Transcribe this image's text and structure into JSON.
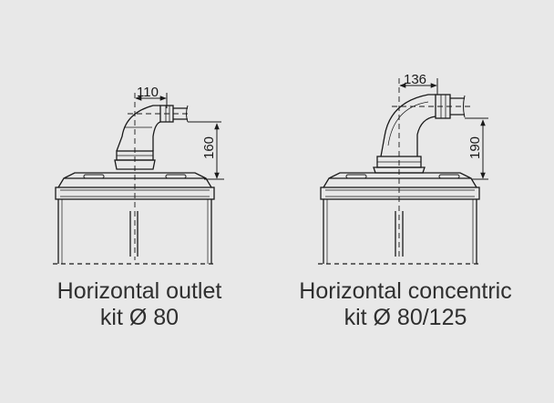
{
  "background": "#e8e8e8",
  "line_color": "#1a1a1a",
  "left_kit": {
    "dim_horizontal": "110",
    "dim_vertical": "160",
    "caption_line1": "Horizontal outlet",
    "caption_line2": "kit Ø 80"
  },
  "right_kit": {
    "dim_horizontal": "136",
    "dim_vertical": "190",
    "caption_line1": "Horizontal concentric",
    "caption_line2": "kit Ø 80/125"
  }
}
